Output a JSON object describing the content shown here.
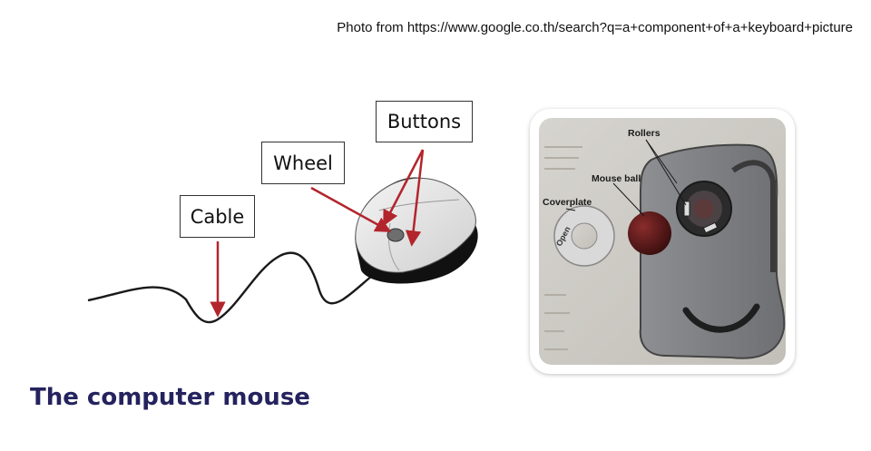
{
  "source_note": "Photo from https://www.google.co.th/search?q=a+component+of+a+keyboard+picture",
  "title": "The computer mouse",
  "diagram": {
    "labels": {
      "cable": "Cable",
      "wheel": "Wheel",
      "buttons": "Buttons"
    },
    "arrow_color": "#b3252c"
  },
  "photo": {
    "labels": {
      "rollers": "Rollers",
      "mouse_ball": "Mouse ball",
      "coverplate": "Coverplate",
      "open": "Open"
    }
  },
  "colors": {
    "title": "#24235e",
    "arrow": "#b3252c",
    "mouse_body": "#e9e9e9",
    "mouse_ball": "#5b1818"
  }
}
